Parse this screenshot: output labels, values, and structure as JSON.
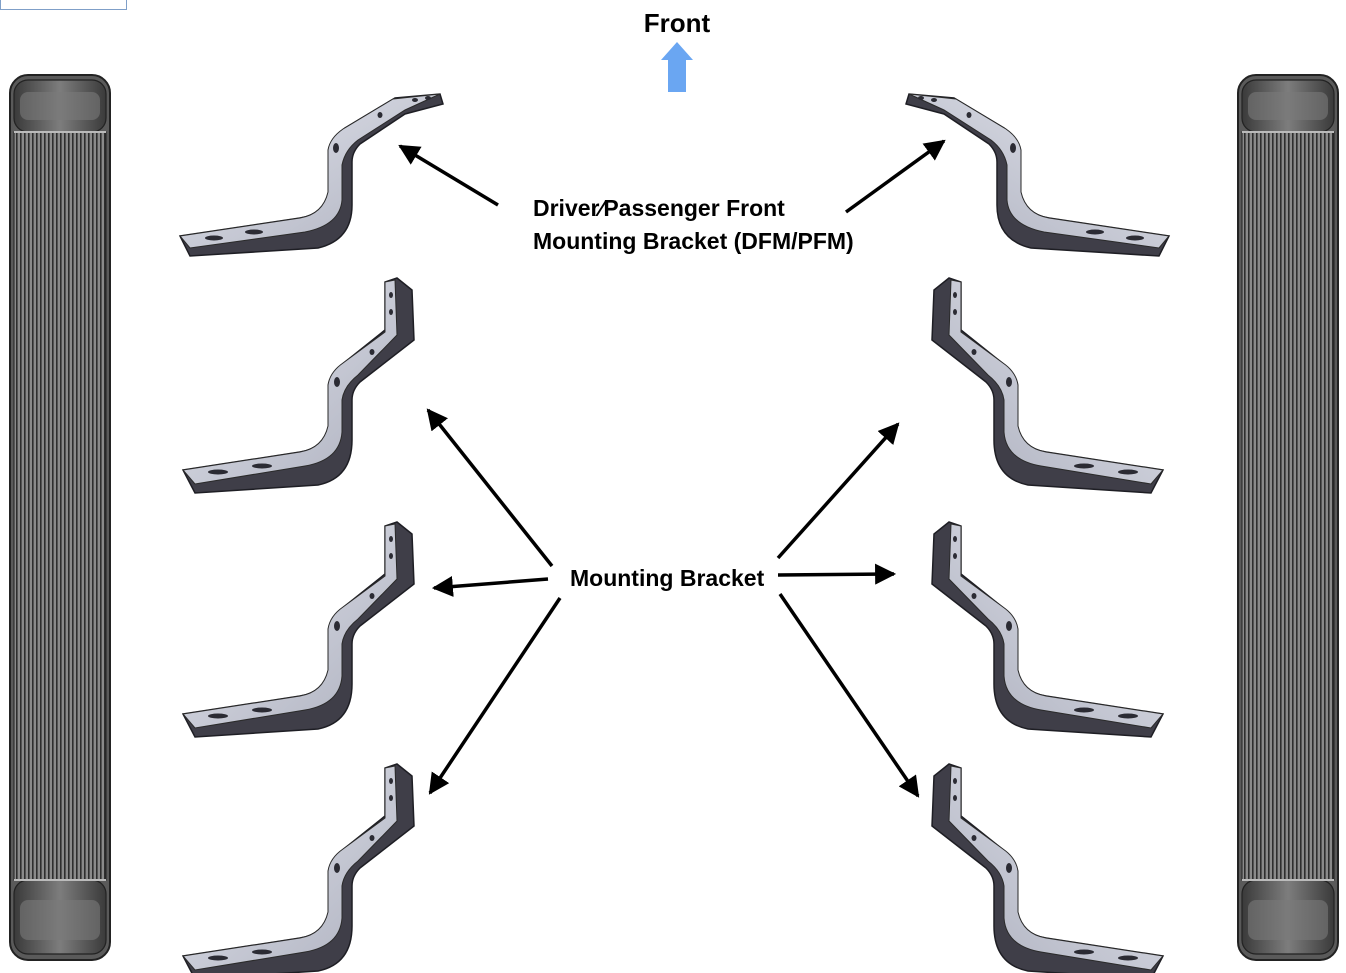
{
  "labels": {
    "front": "Front",
    "front_bracket_line1": "Driver∕Passenger Front",
    "front_bracket_line2": "Mounting Bracket (DFM/PFM)",
    "mounting_bracket": "Mounting Bracket"
  },
  "colors": {
    "front_arrow": "#6aa6f2",
    "bracket_dark": "#3f3e48",
    "bracket_light": "#c9cbd6",
    "step_body": "#6b6b6b",
    "step_cap": "#4d4d4d"
  },
  "icons": {
    "front_direction": "arrow-up-icon"
  }
}
